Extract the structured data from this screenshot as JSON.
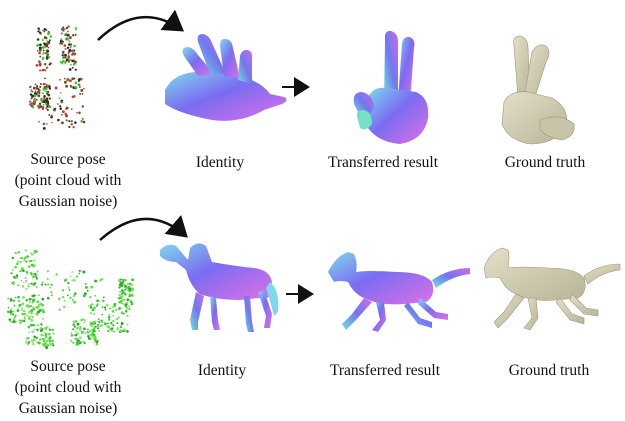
{
  "rows": [
    {
      "name": "hand",
      "captions": {
        "source": [
          "Source pose",
          "(point cloud with",
          "Gaussian noise)"
        ],
        "identity": "Identity",
        "result": "Transferred result",
        "truth": "Ground truth"
      }
    },
    {
      "name": "horse",
      "captions": {
        "source": [
          "Source pose",
          "(point cloud with",
          "Gaussian noise)"
        ],
        "identity": "Identity",
        "result": "Transferred result",
        "truth": "Ground truth"
      }
    }
  ],
  "colors": {
    "normal_map_a": "#7a6cf0",
    "normal_map_b": "#e070e8",
    "normal_map_c": "#70d8e8",
    "ground_truth": "#d4d0b4",
    "point_cloud_green": "#38c838",
    "point_cloud_red": "#c04040",
    "arrow": "#111111"
  }
}
